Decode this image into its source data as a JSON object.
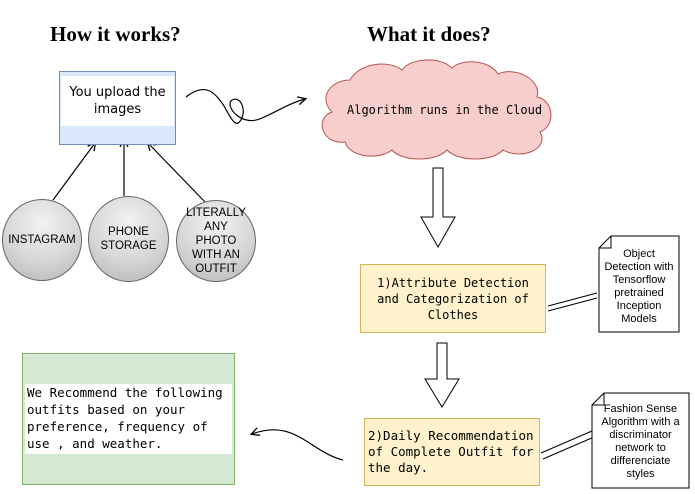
{
  "headings": {
    "left": "How it works?",
    "right": "What it does?"
  },
  "upload": {
    "label": "You upload the images"
  },
  "sources": [
    {
      "label": "INSTAGRAM"
    },
    {
      "label": "PHONE STORAGE"
    },
    {
      "label": "LITERALLY ANY PHOTO WITH AN OUTFIT"
    }
  ],
  "cloud": {
    "label": "Algorithm runs in the Cloud"
  },
  "step1": {
    "label": "1)Attribute Detection and Categorization of Clothes",
    "note": "Object Detection with Tensorflow pretrained Inception Models"
  },
  "step2": {
    "label": "2)Daily Recommendation of Complete Outfit for the day.",
    "note": "Fashion Sense Algorithm with a discriminator network to differenciate styles"
  },
  "recommendation": {
    "label": "We Recommend the following outfits based on your preference, frequency of use , and weather."
  },
  "colors": {
    "upload_fill": "#dae8fc",
    "upload_stroke": "#6c8ebf",
    "cloud_fill": "#f8cecc",
    "cloud_stroke": "#b85450",
    "step_fill": "#fff2cc",
    "step_stroke": "#d6b656",
    "rec_fill": "#d5e8d4",
    "rec_stroke": "#82b366",
    "circle_fill": "#d6d6d6"
  }
}
